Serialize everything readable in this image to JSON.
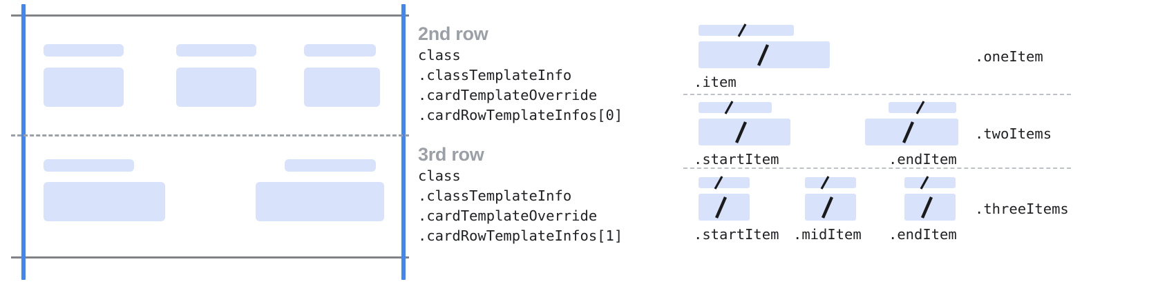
{
  "colors": {
    "chip_blue": "#d8e2fb",
    "rule_gray": "#808285",
    "guide_blue": "#4285f4",
    "dash_gray": "#9aa0a6",
    "title_gray": "#9aa0a6",
    "code_black": "#202124",
    "background": "#ffffff"
  },
  "left_panel": {
    "rows": [
      {
        "name": "second-row",
        "cells": [
          {
            "label_w": 116,
            "body_w": 116
          },
          {
            "label_w": 116,
            "body_w": 116
          },
          {
            "label_w": 104,
            "body_w": 110
          }
        ]
      },
      {
        "name": "third-row",
        "cells": [
          {
            "label_w": 131,
            "body_w": 176
          },
          {
            "label_w": 132,
            "body_w": 186
          }
        ]
      }
    ]
  },
  "annotations": [
    {
      "id": "second-row",
      "title": "2nd row",
      "lines": [
        "class",
        ".classTemplateInfo",
        ".cardTemplateOverride",
        ".cardRowTemplateInfos[0]"
      ]
    },
    {
      "id": "third-row",
      "title": "3rd row",
      "lines": [
        "class",
        ".classTemplateInfo",
        ".cardTemplateOverride",
        ".cardRowTemplateInfos[1]"
      ]
    }
  ],
  "layout_variants": [
    {
      "id": "one-item",
      "group_label": ".oneItem",
      "cells": [
        {
          "label": ".item",
          "top_w": 138,
          "main_w": 190
        }
      ]
    },
    {
      "id": "two-items",
      "group_label": ".twoItems",
      "cells": [
        {
          "label": ".startItem",
          "top_w": 106,
          "main_w": 133
        },
        {
          "label": ".endItem",
          "top_w": 98,
          "main_w": 135
        }
      ]
    },
    {
      "id": "three-items",
      "group_label": ".threeItems",
      "cells": [
        {
          "label": ".startItem",
          "top_w": 74,
          "main_w": 74
        },
        {
          "label": ".midItem",
          "top_w": 74,
          "main_w": 74
        },
        {
          "label": ".endItem",
          "top_w": 74,
          "main_w": 74
        }
      ]
    }
  ],
  "icons": {
    "slash": "slash-icon"
  }
}
